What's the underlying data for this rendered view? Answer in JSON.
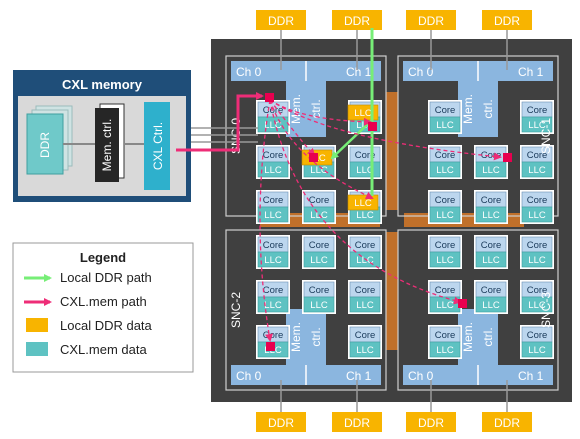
{
  "cxl_memory": {
    "title": "CXL memory",
    "ddr_label": "DDR",
    "ctrl_label": "Mem. ctrl.",
    "cxl_ctrl_label": "CXL Ctrl."
  },
  "ddr_label": "DDR",
  "core_label": "Core",
  "llc_label": "LLC",
  "mem_ctrl": {
    "line1": "Mem.",
    "line2": "ctrl."
  },
  "channels": {
    "ch0": "Ch 0",
    "ch1": "Ch 1"
  },
  "snc_labels": [
    "SNC-0",
    "SNC-1",
    "SNC-2",
    "SNC-3"
  ],
  "legend": {
    "title": "Legend",
    "items": [
      {
        "label": "Local DDR path",
        "kind": "arrow",
        "color": "#77ee77"
      },
      {
        "label": "CXL.mem path",
        "kind": "arrow",
        "color": "#ee2d77"
      },
      {
        "label": "Local DDR data",
        "kind": "box",
        "color": "#f8b400"
      },
      {
        "label": "CXL.mem data",
        "kind": "box",
        "color": "#5ec2c2"
      }
    ]
  },
  "colors": {
    "chip": "#404040",
    "channel": "#8bb6df",
    "core": "#bcd6ee",
    "llc": "#5ec2c2",
    "ddr": "#f8b400",
    "cxl_panel": "#1f4e79",
    "local_path": "#77ee77",
    "cxl_path": "#ee2d77",
    "bridge": "#c0702a"
  }
}
